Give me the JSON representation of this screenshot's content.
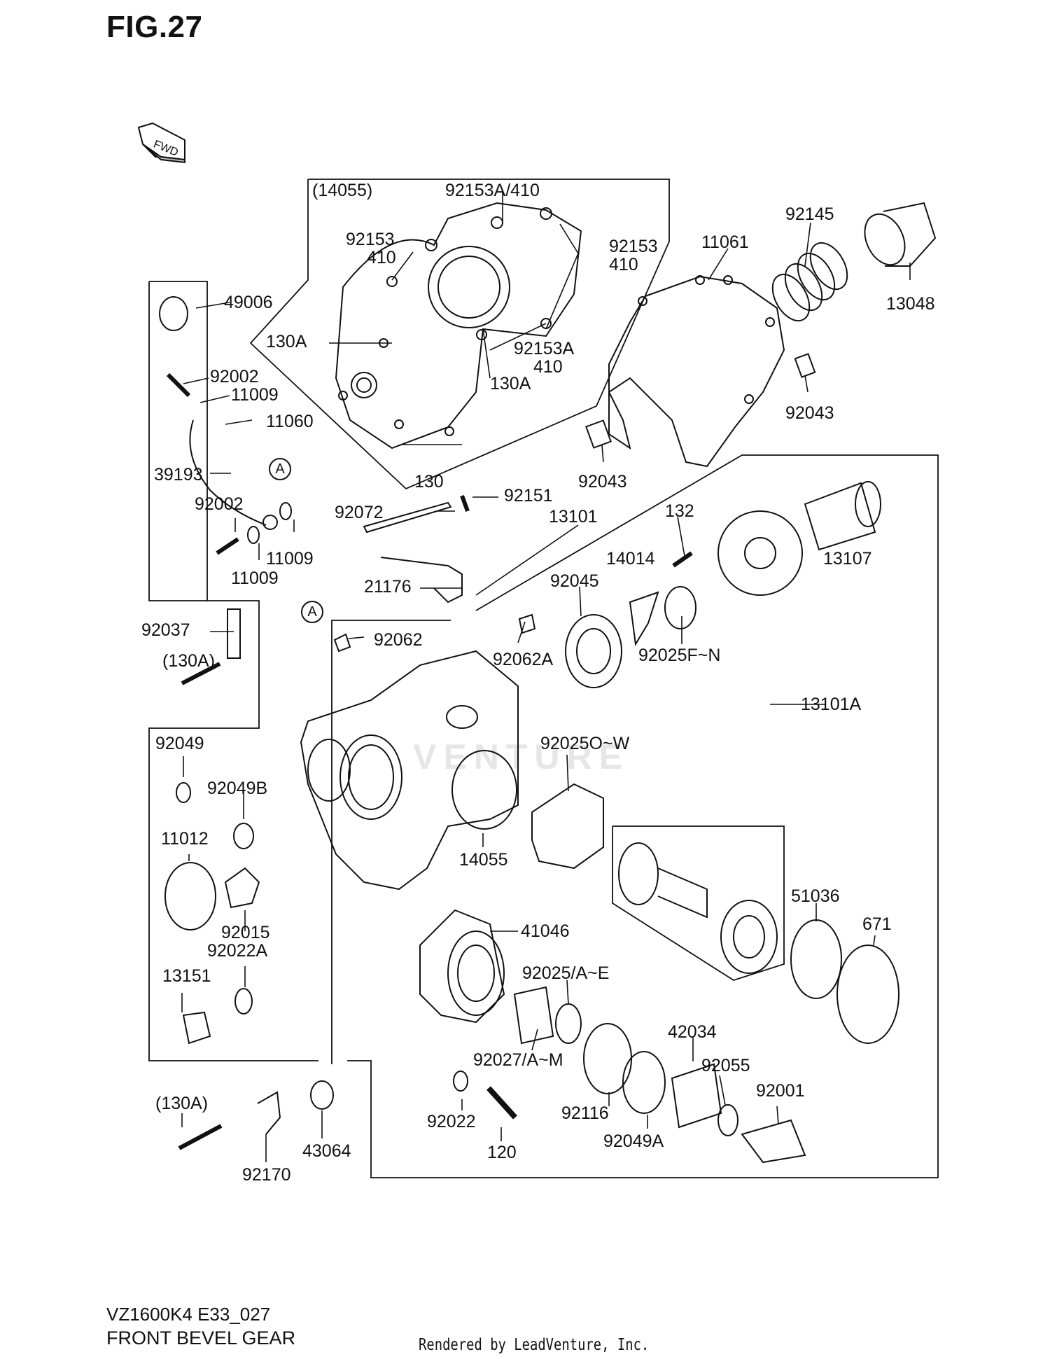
{
  "figure": {
    "title": "FIG.27",
    "model_code": "VZ1600K4 E33_027",
    "section_name": "FRONT BEVEL GEAR",
    "rendered_by": "Rendered by LeadVenture, Inc.",
    "watermark": "VENTURE",
    "fwd_marker": "FWD",
    "circle_ref": "A"
  },
  "parts": [
    {
      "id": "14055_box",
      "text": "(14055)"
    },
    {
      "id": "92153A_410_top",
      "text": "92153A/410"
    },
    {
      "id": "92153_l",
      "text": "92153"
    },
    {
      "id": "410_l",
      "text": "410"
    },
    {
      "id": "92153_r",
      "text": "92153"
    },
    {
      "id": "410_r",
      "text": "410"
    },
    {
      "id": "130A_l",
      "text": "130A"
    },
    {
      "id": "92153A_b",
      "text": "92153A"
    },
    {
      "id": "410_b",
      "text": "410"
    },
    {
      "id": "130A_r",
      "text": "130A"
    },
    {
      "id": "130",
      "text": "130"
    },
    {
      "id": "11061",
      "text": "11061"
    },
    {
      "id": "92145",
      "text": "92145"
    },
    {
      "id": "13048",
      "text": "13048"
    },
    {
      "id": "92043_r",
      "text": "92043"
    },
    {
      "id": "92043_b",
      "text": "92043"
    },
    {
      "id": "49006",
      "text": "49006"
    },
    {
      "id": "92002_t",
      "text": "92002"
    },
    {
      "id": "11009_t",
      "text": "11009"
    },
    {
      "id": "11060",
      "text": "11060"
    },
    {
      "id": "39193",
      "text": "39193"
    },
    {
      "id": "92002_b",
      "text": "92002"
    },
    {
      "id": "11009_r",
      "text": "11009"
    },
    {
      "id": "11009_b",
      "text": "11009"
    },
    {
      "id": "92072",
      "text": "92072"
    },
    {
      "id": "92151",
      "text": "92151"
    },
    {
      "id": "13101",
      "text": "13101"
    },
    {
      "id": "132",
      "text": "132"
    },
    {
      "id": "13107",
      "text": "13107"
    },
    {
      "id": "14014",
      "text": "14014"
    },
    {
      "id": "92045",
      "text": "92045"
    },
    {
      "id": "21176",
      "text": "21176"
    },
    {
      "id": "92037",
      "text": "92037"
    },
    {
      "id": "130A_p1",
      "text": "(130A)"
    },
    {
      "id": "92062",
      "text": "92062"
    },
    {
      "id": "92062A",
      "text": "92062A"
    },
    {
      "id": "92025FN",
      "text": "92025F~N"
    },
    {
      "id": "13101A",
      "text": "13101A"
    },
    {
      "id": "92049",
      "text": "92049"
    },
    {
      "id": "92049B",
      "text": "92049B"
    },
    {
      "id": "92025OW",
      "text": "92025O~W"
    },
    {
      "id": "11012",
      "text": "11012"
    },
    {
      "id": "14055",
      "text": "14055"
    },
    {
      "id": "92015",
      "text": "92015"
    },
    {
      "id": "92022A",
      "text": "92022A"
    },
    {
      "id": "51036",
      "text": "51036"
    },
    {
      "id": "671",
      "text": "671"
    },
    {
      "id": "41046",
      "text": "41046"
    },
    {
      "id": "13151",
      "text": "13151"
    },
    {
      "id": "92025AE",
      "text": "92025/A~E"
    },
    {
      "id": "92027AM",
      "text": "92027/A~M"
    },
    {
      "id": "42034",
      "text": "42034"
    },
    {
      "id": "92055",
      "text": "92055"
    },
    {
      "id": "92001",
      "text": "92001"
    },
    {
      "id": "130A_p2",
      "text": "(130A)"
    },
    {
      "id": "92022",
      "text": "92022"
    },
    {
      "id": "92116",
      "text": "92116"
    },
    {
      "id": "92049A",
      "text": "92049A"
    },
    {
      "id": "120",
      "text": "120"
    },
    {
      "id": "43064",
      "text": "43064"
    },
    {
      "id": "92170",
      "text": "92170"
    }
  ]
}
